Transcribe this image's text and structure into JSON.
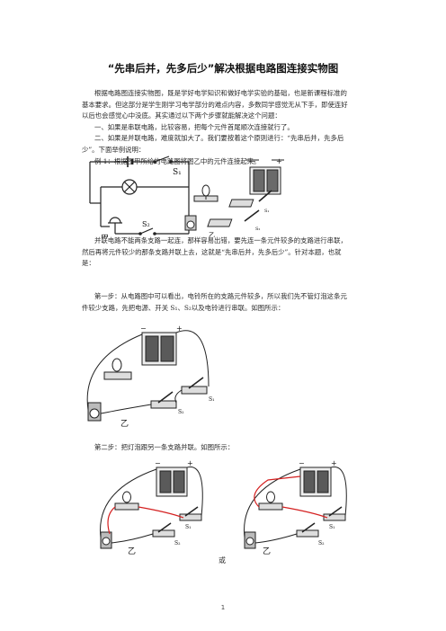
{
  "title": "“先串后并，先多后少”解决根据电路图连接实物图",
  "intro": {
    "line1": "根据电路图连接实物图，既是学好电学知识和做好电学实验的基础，也是新课程标准的",
    "line2": "基本要求。但这部分是学生刚学习电学部分的难点内容，多数同学感觉无从下手，即使连好",
    "line3": "以后也会感觉心中没底。其实通过以下两个步骤就能解决这个问题：",
    "line4": "一、如果是串联电路，比较容易，把每个元件首尾顺次连接就行了。",
    "line5": "二、如果是并联电路，难度就加大了。我们要按着这个原则进行：“先串后并，先多后",
    "line6": "少”。下面举例说明：",
    "line7": "例 1：根据图甲所给的电路图将图乙中的元件连接起来。"
  },
  "fig1": {
    "label_jia": "甲",
    "label_yi": "乙",
    "s1": "S₁",
    "s2": "S₂",
    "s1_small": "S₁",
    "s2_small": "S₂",
    "minus": "−",
    "plus": "+"
  },
  "para2": {
    "line1": "并联电路不能两条支路一起连，那样容易出错，要先连一条元件较多的支路进行串联，",
    "line2": "然后再将元件较少的那条支路并联上去，这就是“先串后并，先多后少”。针对本题，也就",
    "line3": "是："
  },
  "para3": {
    "line1": "第一步：从电路图中可以看出，电铃所在的支路元件较多，所以我们先不管灯泡这条元",
    "line2": "件较少支路，先把电源、开关 S₁、S₂以及电铃进行串联。如图所示："
  },
  "fig2": {
    "label_yi": "乙",
    "s1": "S₁",
    "s2": "S₂",
    "minus": "−",
    "plus": "+"
  },
  "para4": {
    "line1": "第二步：把灯泡跟另一条支路并联。如图所示："
  },
  "fig3": {
    "label_yi_a": "乙",
    "label_yi_b": "乙",
    "s1": "S₁",
    "s2": "S₂",
    "minus": "−",
    "plus": "+"
  },
  "or_text": "或",
  "page_number": "1",
  "colors": {
    "wire": "#222222",
    "red_wire": "#d42020",
    "text": "#2b2b2b"
  }
}
